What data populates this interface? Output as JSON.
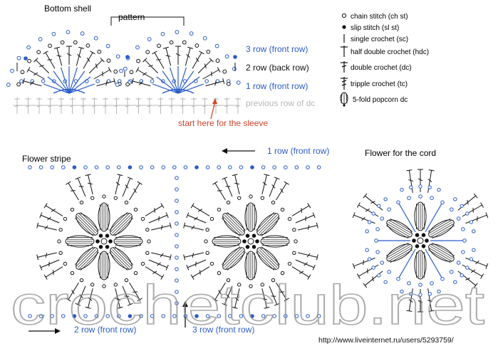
{
  "titles": {
    "bottom_shell": "Bottom shell",
    "pattern": "pattern",
    "flower_stripe": "Flower stripe",
    "flower_cord": "Flower for the cord"
  },
  "rows_shell": {
    "row3": "3 row (front row)",
    "row2": "2 row (back row)",
    "row1": "1 row (front row)",
    "prev": "previous row of dc",
    "start_note": "start here for the sleeve"
  },
  "rows_stripe": {
    "row1": "1 row (front row)",
    "row2": "2 row (front row)",
    "row3": "3 row (front row)"
  },
  "legend": [
    {
      "icon": "chain-stitch-icon",
      "label": "chain stitch (ch st)"
    },
    {
      "icon": "slip-stitch-icon",
      "label": "slip stitch (sl st)"
    },
    {
      "icon": "single-crochet-icon",
      "label": "single crochet (sc)"
    },
    {
      "icon": "half-double-crochet-icon",
      "label": "half double crochet (hdc)"
    },
    {
      "icon": "double-crochet-icon",
      "label": "double crochet (dc)"
    },
    {
      "icon": "triple-crochet-icon",
      "label": "tripple crochet (tc)"
    },
    {
      "icon": "popcorn-icon",
      "label": "5-fold popcorn dc"
    }
  ],
  "watermark": "crochetclub.net",
  "url": "http://www.liveinternet.ru/users/5293759/",
  "colors": {
    "blue": "#2a5cc8",
    "red": "#d0442a",
    "gray": "#b8b8b8",
    "ink": "#111111"
  }
}
